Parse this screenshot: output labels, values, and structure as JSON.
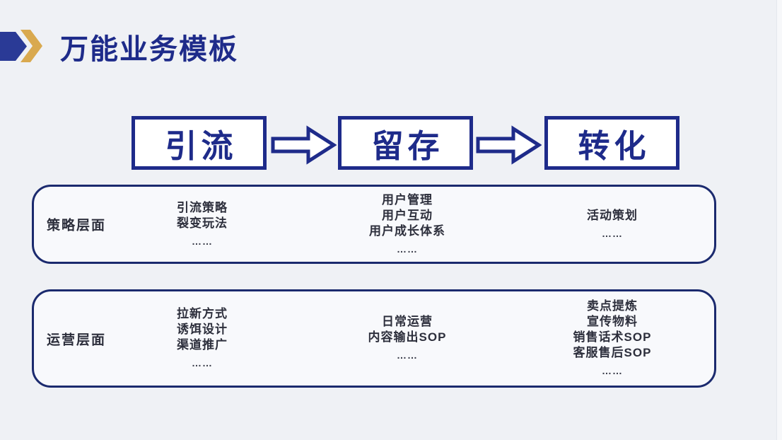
{
  "slide": {
    "title": "万能业务模板"
  },
  "flow": {
    "steps": [
      {
        "label": "引流"
      },
      {
        "label": "留存"
      },
      {
        "label": "转化"
      }
    ],
    "arrow_icon": "block-arrow-right"
  },
  "rows": [
    {
      "label": "策略层面",
      "columns": [
        {
          "items": [
            "引流策略",
            "裂变玩法",
            "……"
          ]
        },
        {
          "items": [
            "用户管理",
            "用户互动",
            "用户成长体系",
            "……"
          ]
        },
        {
          "items": [
            "活动策划",
            "……"
          ]
        }
      ]
    },
    {
      "label": "运营层面",
      "columns": [
        {
          "items": [
            "拉新方式",
            "诱饵设计",
            "渠道推广",
            "……"
          ]
        },
        {
          "items": [
            "日常运营",
            "内容输出SOP",
            "……"
          ]
        },
        {
          "items": [
            "卖点提炼",
            "宣传物料",
            "销售话术SOP",
            "客服售后SOP",
            "……"
          ]
        }
      ]
    }
  ],
  "icons": {
    "header_pentagon": "arrow-pentagon-right",
    "header_chevron": "chevron-right"
  },
  "colors": {
    "navy": "#1e2b8a",
    "icon_blue": "#2a3a96",
    "gold": "#d9a94f",
    "background": "#eff1f5",
    "panel_fill": "#f8f9fc",
    "panel_border": "#1b2a6e",
    "box_fill": "#ffffff",
    "text": "#2d2f3c"
  }
}
